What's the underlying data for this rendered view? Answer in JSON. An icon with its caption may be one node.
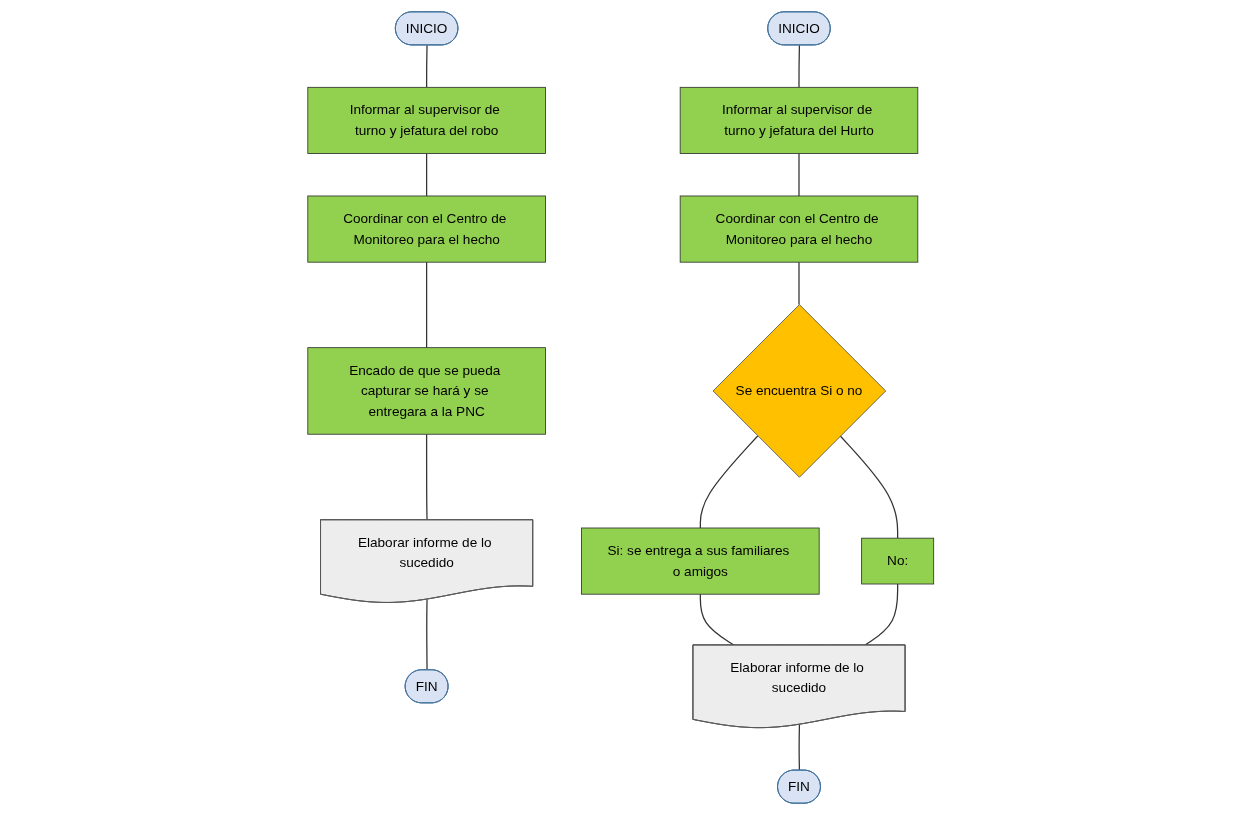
{
  "diagram": {
    "nodes": [
      {
        "text": [
          "INICIO"
        ]
      },
      {
        "text": [
          "Informar al supervisor de turno y jefatura del robo"
        ]
      },
      {
        "text": [
          "Coordinar con el Centro de Monitoreo para el hecho"
        ]
      },
      {
        "text": [
          "Encado de que se pueda capturar se hará y se entregara a la PNC"
        ]
      },
      {
        "text": [
          "Elaborar informe de lo sucedido"
        ]
      },
      {
        "text": [
          "FIN"
        ]
      },
      {
        "text": [
          "INICIO"
        ]
      },
      {
        "text": [
          "Informar al supervisor de turno y jefatura del Hurto"
        ]
      },
      {
        "text": [
          "Coordinar con el Centro de Monitoreo para el hecho"
        ]
      },
      {
        "text": [
          "Se encuentra Si o no"
        ]
      },
      {
        "text": [
          "Si: se entrega a sus familiares o amigos"
        ]
      },
      {
        "text": [
          "No:"
        ]
      },
      {
        "text": [
          "Elaborar informe de lo sucedido"
        ]
      },
      {
        "text": [
          "FIN"
        ]
      }
    ],
    "edges": [
      {
        "from": 0,
        "to": 1,
        "arrow": "none"
      },
      {
        "from": 1,
        "to": 2,
        "arrow": "none"
      },
      {
        "from": 2,
        "to": 3,
        "arrow": "none"
      },
      {
        "from": 3,
        "to": 4,
        "arrow": "none"
      },
      {
        "from": 4,
        "to": 5,
        "arrow": "none"
      },
      {
        "from": 6,
        "to": 7,
        "arrow": "none"
      },
      {
        "from": 7,
        "to": 8,
        "arrow": "none"
      },
      {
        "from": 8,
        "to": 9,
        "arrow": "none"
      },
      {
        "from": 9,
        "to": 10,
        "arrow": "none"
      },
      {
        "from": 9,
        "to": 11,
        "arrow": "none"
      },
      {
        "from": 10,
        "to": 12,
        "arrow": "none"
      },
      {
        "from": 11,
        "to": 12,
        "arrow": "none"
      },
      {
        "from": 12,
        "to": 13,
        "arrow": "none"
      }
    ]
  }
}
